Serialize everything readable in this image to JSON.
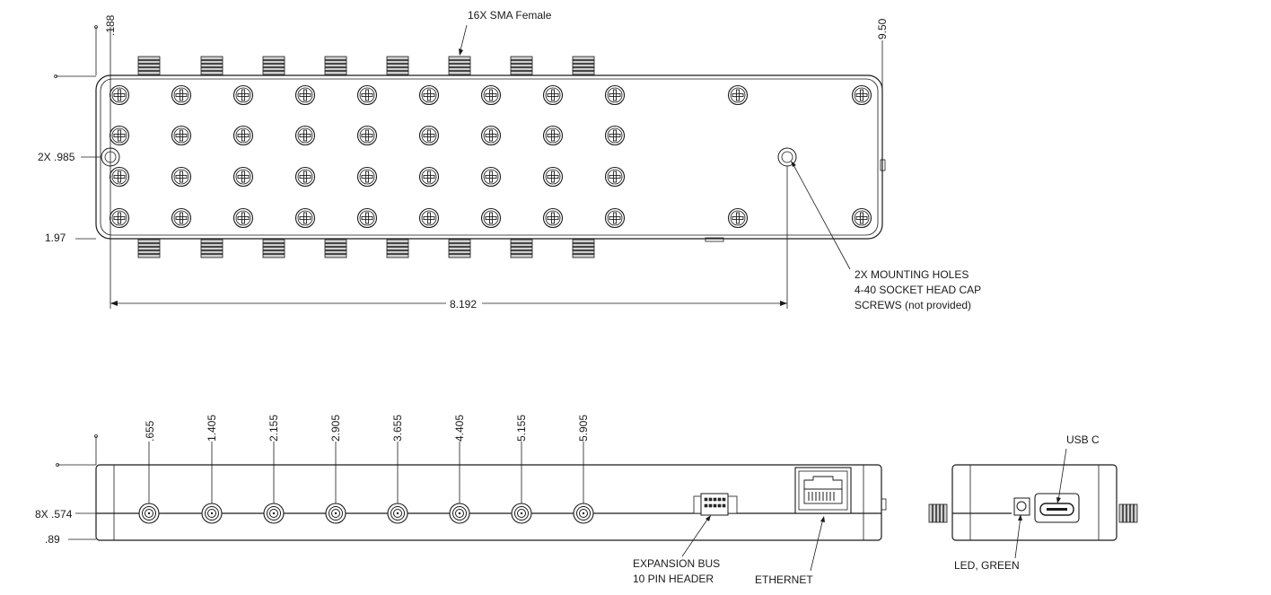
{
  "callouts": {
    "sma": "16X SMA Female",
    "mounting_line1": "2X MOUNTING HOLES",
    "mounting_line2": "4-40 SOCKET HEAD CAP",
    "mounting_line3": "SCREWS (not provided)",
    "expansion_line1": "EXPANSION BUS",
    "expansion_line2": "10 PIN HEADER",
    "ethernet": "ETHERNET",
    "usb": "USB C",
    "led": "LED, GREEN"
  },
  "dimensions": {
    "top_offset": ".188",
    "overall_width": "9.50",
    "hole_y": "2X .985",
    "overall_depth": "1.97",
    "hole_spacing": "8.192",
    "front_port_height": "8X .574",
    "overall_height": ".89",
    "port_positions": [
      ".655",
      "1.405",
      "2.155",
      "2.905",
      "3.655",
      "4.405",
      "5.155",
      "5.905"
    ]
  }
}
